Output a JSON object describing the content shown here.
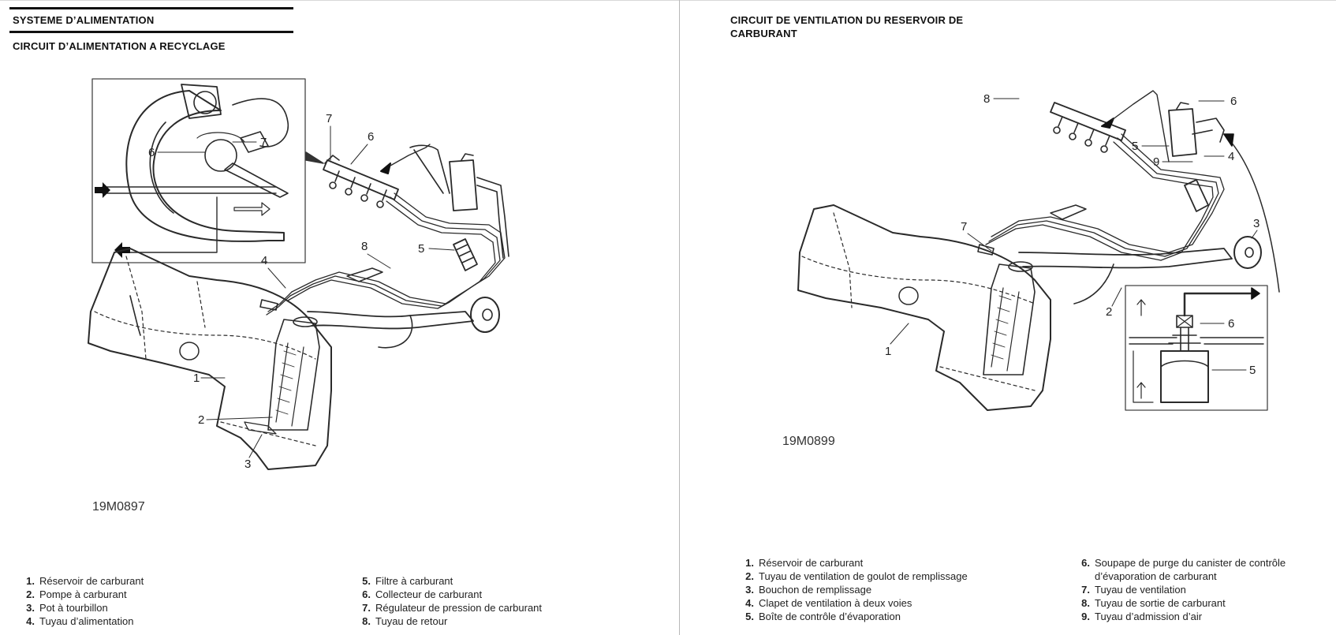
{
  "left_page": {
    "section_title": "SYSTEME D’ALIMENTATION",
    "subsection_title": "CIRCUIT D’ALIMENTATION A RECYCLAGE",
    "figure_code": "19M0897",
    "callouts": [
      "1",
      "2",
      "3",
      "4",
      "5",
      "6",
      "7",
      "8"
    ],
    "inset_callouts": [
      "6",
      "7"
    ],
    "legend_col1": [
      {
        "num": "1.",
        "text": "Réservoir de carburant"
      },
      {
        "num": "2.",
        "text": "Pompe à carburant"
      },
      {
        "num": "3.",
        "text": "Pot à tourbillon"
      },
      {
        "num": "4.",
        "text": "Tuyau d’alimentation"
      }
    ],
    "legend_col2": [
      {
        "num": "5.",
        "text": "Filtre à carburant"
      },
      {
        "num": "6.",
        "text": "Collecteur de carburant"
      },
      {
        "num": "7.",
        "text": "Régulateur de pression de carburant"
      },
      {
        "num": "8.",
        "text": "Tuyau de retour"
      }
    ]
  },
  "right_page": {
    "title_line1": "CIRCUIT DE VENTILATION DU RESERVOIR DE",
    "title_line2": "CARBURANT",
    "figure_code": "19M0899",
    "callouts": [
      "1",
      "2",
      "3",
      "4",
      "5",
      "6",
      "7",
      "8",
      "9"
    ],
    "inset_callouts": [
      "6",
      "5"
    ],
    "legend_col1": [
      {
        "num": "1.",
        "text": "Réservoir de carburant"
      },
      {
        "num": "2.",
        "text": "Tuyau de ventilation de goulot de remplissage"
      },
      {
        "num": "3.",
        "text": "Bouchon de remplissage"
      },
      {
        "num": "4.",
        "text": "Clapet de ventilation à deux voies"
      },
      {
        "num": "5.",
        "text": "Boîte de contrôle d’évaporation"
      }
    ],
    "legend_col2": [
      {
        "num": "6.",
        "text": "Soupape de purge du canister de contrôle d’évaporation de carburant"
      },
      {
        "num": "7.",
        "text": "Tuyau de ventilation"
      },
      {
        "num": "8.",
        "text": "Tuyau de sortie de carburant"
      },
      {
        "num": "9.",
        "text": "Tuyau d’admission d’air"
      }
    ]
  }
}
